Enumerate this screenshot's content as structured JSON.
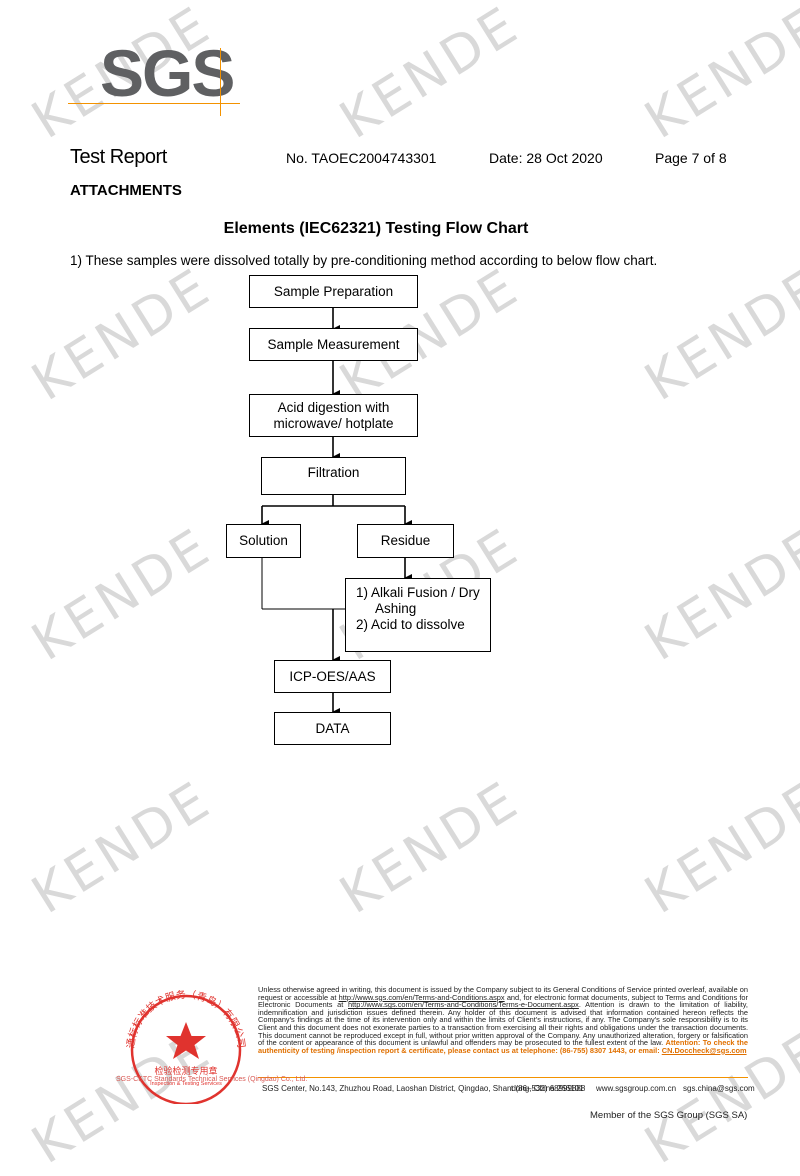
{
  "watermark": "KENDE",
  "logo": {
    "text": "SGS"
  },
  "header": {
    "title": "Test Report",
    "report_no": "No. TAOEC2004743301",
    "date": "Date: 28 Oct 2020",
    "page": "Page 7 of 8"
  },
  "section": "ATTACHMENTS",
  "chart_title": "Elements (IEC62321) Testing Flow Chart",
  "intro": "1) These samples were dissolved totally by pre-conditioning method according to below flow chart.",
  "flow": {
    "sample_preparation": "Sample Preparation",
    "sample_measurement": "Sample Measurement",
    "acid_digestion_1": "Acid digestion with",
    "acid_digestion_2": "microwave/ hotplate",
    "filtration": "Filtration",
    "solution": "Solution",
    "residue": "Residue",
    "alkali_1": "1) Alkali Fusion / Dry",
    "alkali_2": "Ashing",
    "alkali_3": "2) Acid to dissolve",
    "icp": "ICP-OES/AAS",
    "data": "DATA"
  },
  "footer": {
    "p1": "Unless otherwise agreed in writing, this document is issued by the Company subject to its General Conditions of Service printed overleaf, available on request or accessible at ",
    "link1": "http://www.sgs.com/en/Terms-and-Conditions.aspx",
    "p2": " and, for electronic format documents, subject to Terms and Conditions for Electronic Documents at ",
    "link2": "http://www.sgs.com/en/Terms-and-Conditions/Terms-e-Document.aspx",
    "p3": ". Attention is drawn to the limitation of liability, indemnification and jurisdiction issues defined therein. Any holder of this document is advised that information contained hereon reflects the Company's findings at the time of its intervention only and within the limits of Client's instructions, if any. The Company's sole responsibility is to its Client and this document does not exonerate parties to a transaction from exercising all their rights and obligations under the transaction documents. This document cannot be reproduced except in full, without prior written approval of the Company. Any unauthorized alteration, forgery or falsification of the content or appearance of this document is unlawful and offenders may be prosecuted to the fullest extent of the law.",
    "attention": "Attention: To check the authenticity of testing /inspection report & certificate, please contact us at telephone: (86-755) 8307 1443, or email: ",
    "email": "CN.Doccheck@sgs.com",
    "address": "SGS Center, No.143, Zhuzhou Road, Laoshan District, Qingdao, Shandong, China 266101",
    "phone": "t (86–532) 68999888",
    "web": "www.sgsgroup.com.cn",
    "mail": "sgs.china@sgs.com",
    "member": "Member of the SGS Group (SGS SA)"
  },
  "stamp": {
    "top_text": "通标标准技术服务（青岛）有限公司",
    "center_text": "检验检测专用章",
    "en_1": "Inspection & Testing Services",
    "en_2": "SGS-CSTC Standards Technical Services (Qingdao) Co., Ltd."
  },
  "colors": {
    "watermark": "#d9d9d9",
    "logo_gray": "#5f6062",
    "accent": "#f39200",
    "stamp_red": "#e0332e"
  }
}
